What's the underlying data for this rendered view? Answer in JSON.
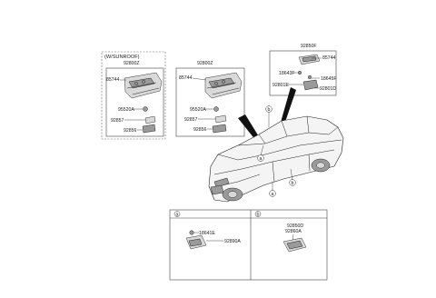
{
  "diagram": {
    "sunroof_group": {
      "header": "(W/SUNROOF)",
      "assembly": "92800Z",
      "parts": [
        "85744",
        "95520A",
        "92857",
        "92856"
      ]
    },
    "standard_group": {
      "assembly": "92800Z",
      "parts": [
        "85744",
        "95520A",
        "92857",
        "92856"
      ]
    },
    "room_lamp_group": {
      "assembly": "92850F",
      "parts": [
        "85744",
        "18643F",
        "18645F",
        "92801E",
        "92801D"
      ]
    },
    "vehicle_callouts": [
      "a",
      "b",
      "a",
      "b"
    ],
    "detail_a": {
      "circle": "a",
      "parts": [
        "18641E",
        "92890A"
      ]
    },
    "detail_b": {
      "circle": "b",
      "parts": [
        "92850D",
        "92860A"
      ]
    }
  }
}
